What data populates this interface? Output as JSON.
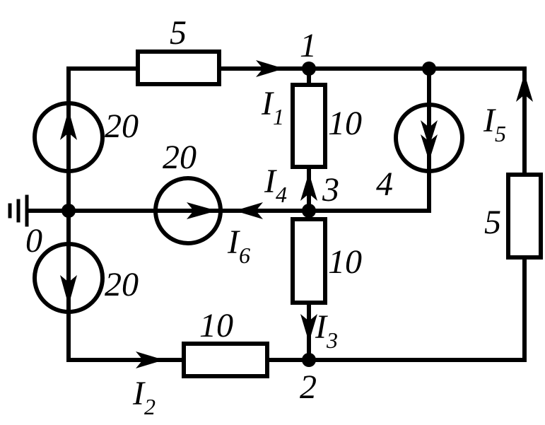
{
  "diagram": {
    "nodes": {
      "n0": "0",
      "n1": "1",
      "n2": "2",
      "n3": "3"
    },
    "elements": {
      "r_top": "5",
      "r_13": "10",
      "r_32": "10",
      "r_bottom": "10",
      "r_right": "5",
      "e_left_top": "20",
      "e_middle": "20",
      "e_left_bottom": "20",
      "j_right": "4"
    },
    "currents": {
      "i1": {
        "main": "I",
        "sub": "1"
      },
      "i2": {
        "main": "I",
        "sub": "2"
      },
      "i3": {
        "main": "I",
        "sub": "3"
      },
      "i4": {
        "main": "I",
        "sub": "4"
      },
      "i5": {
        "main": "I",
        "sub": "5"
      },
      "i6": {
        "main": "I",
        "sub": "6"
      }
    }
  }
}
